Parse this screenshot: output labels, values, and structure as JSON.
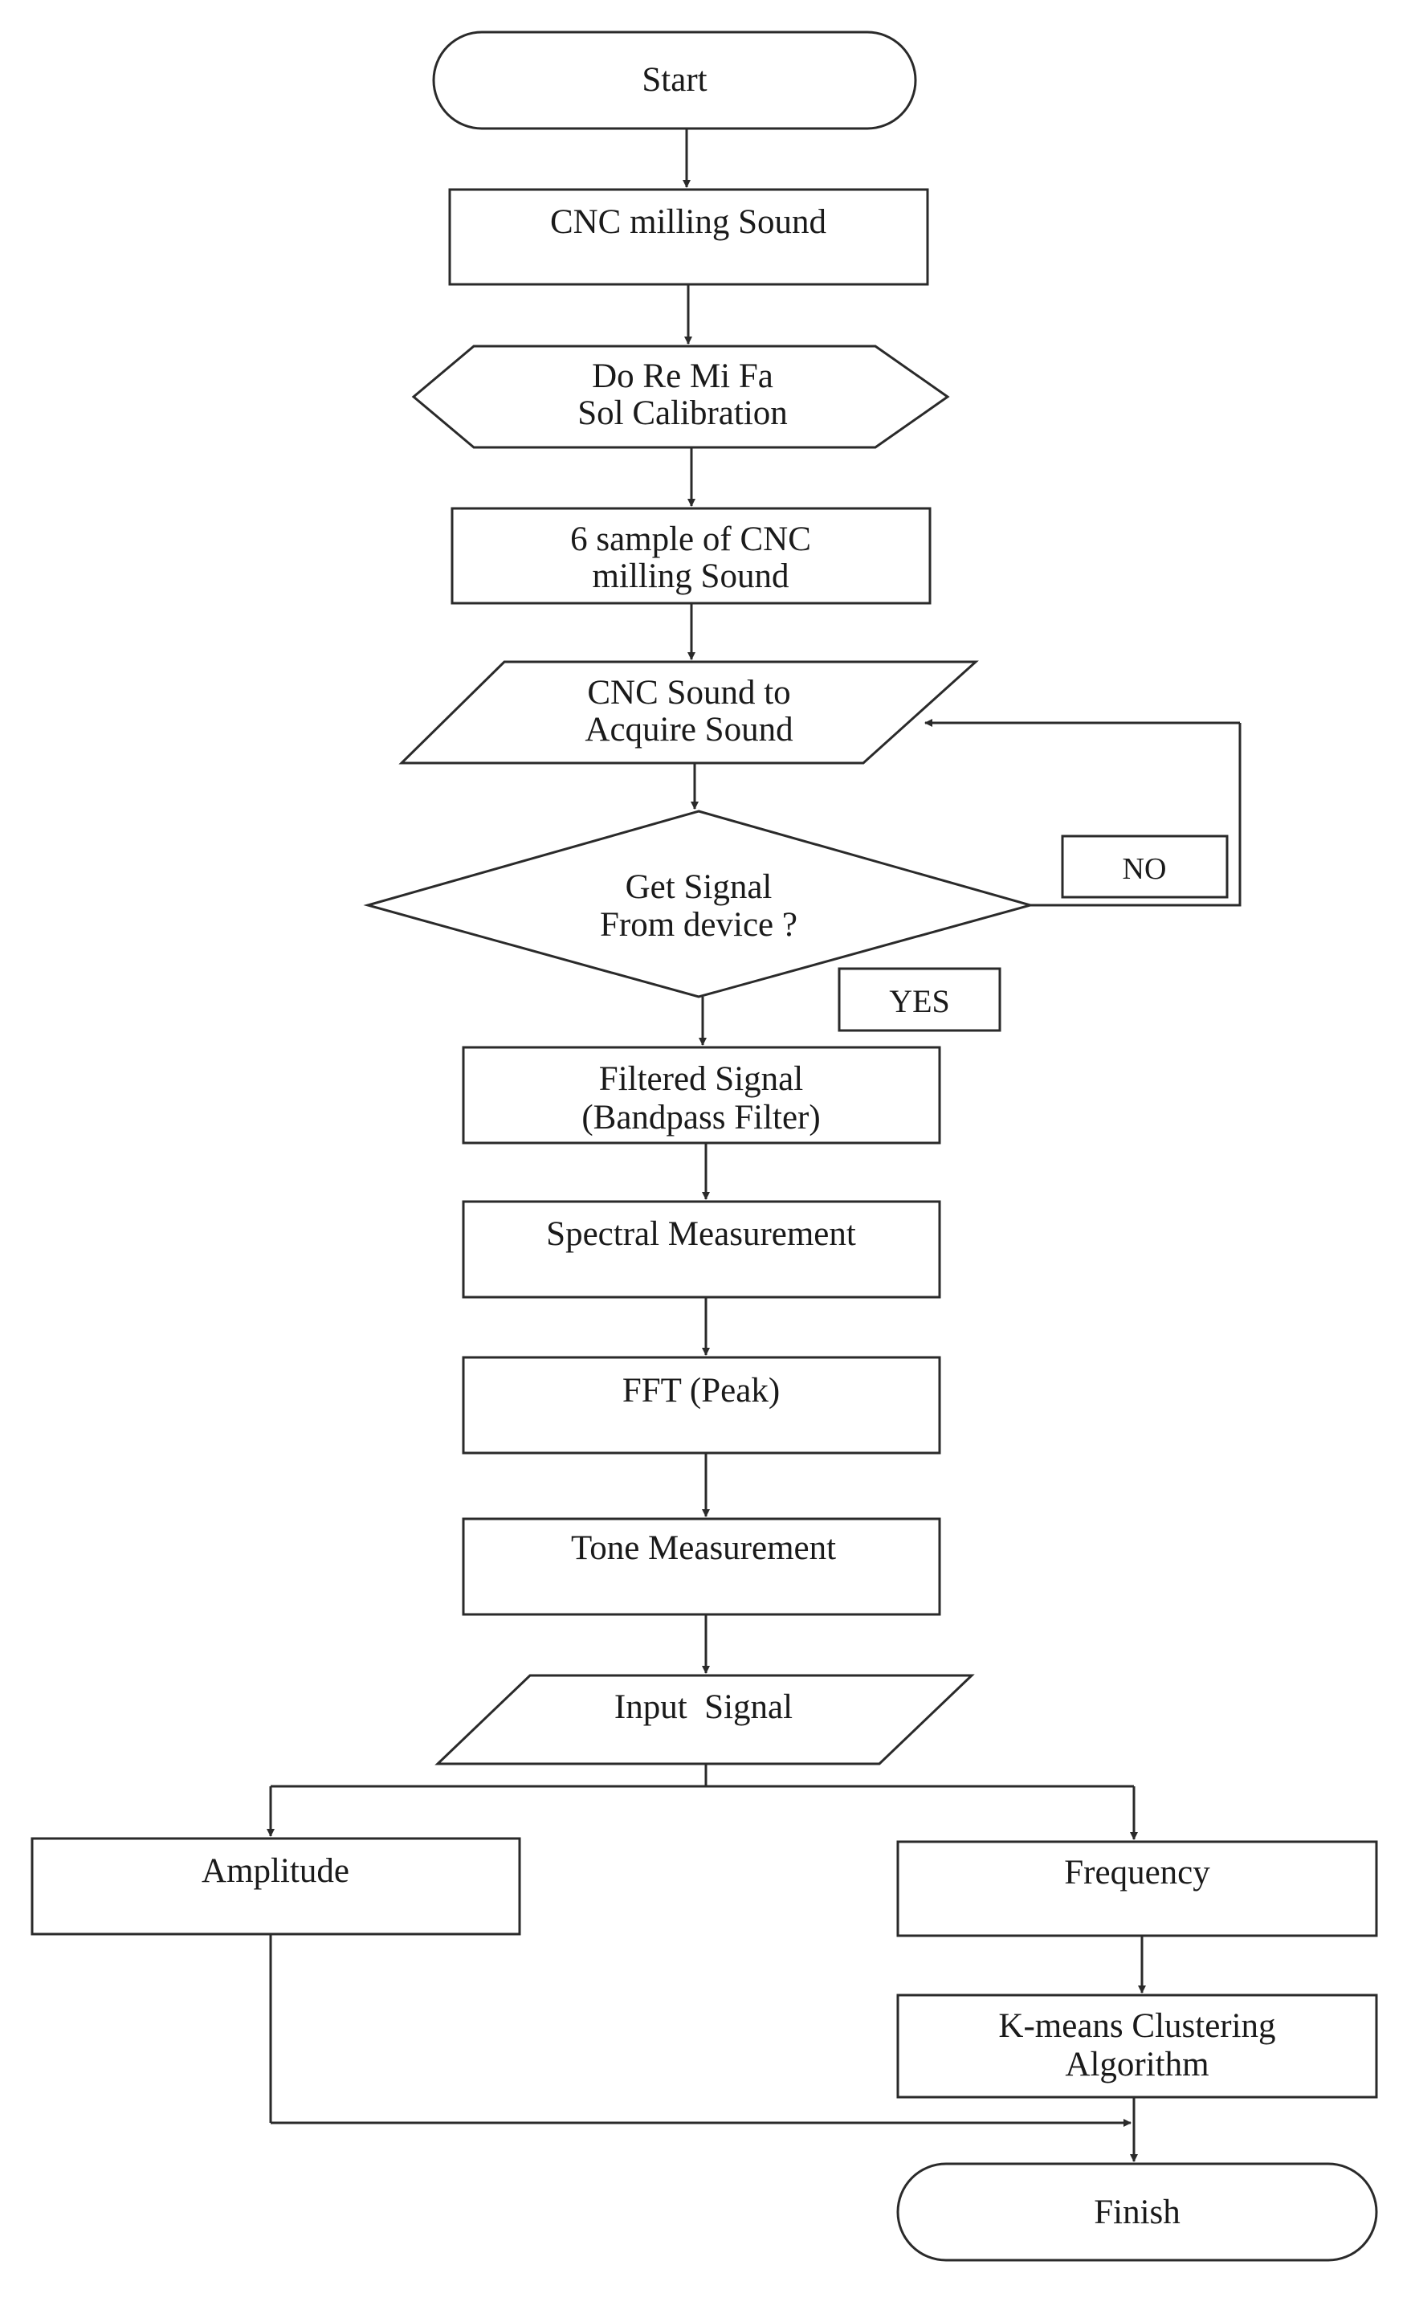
{
  "flowchart": {
    "start": "Start",
    "cnc_milling_sound": "CNC milling Sound",
    "calibration": [
      "Do Re Mi Fa",
      "Sol Calibration"
    ],
    "samples": [
      "6 sample of CNC",
      "milling Sound"
    ],
    "acquire": [
      "CNC Sound to",
      "Acquire Sound"
    ],
    "decision": [
      "Get Signal",
      "From device ?"
    ],
    "no_label": "NO",
    "yes_label": "YES",
    "filtered": [
      "Filtered Signal",
      "(Bandpass Filter)"
    ],
    "spectral": "Spectral Measurement",
    "fft": "FFT (Peak)",
    "tone": "Tone Measurement",
    "input_signal": "Input  Signal",
    "amplitude": "Amplitude",
    "frequency": "Frequency",
    "kmeans": [
      "K-means Clustering",
      "Algorithm"
    ],
    "finish": "Finish"
  }
}
